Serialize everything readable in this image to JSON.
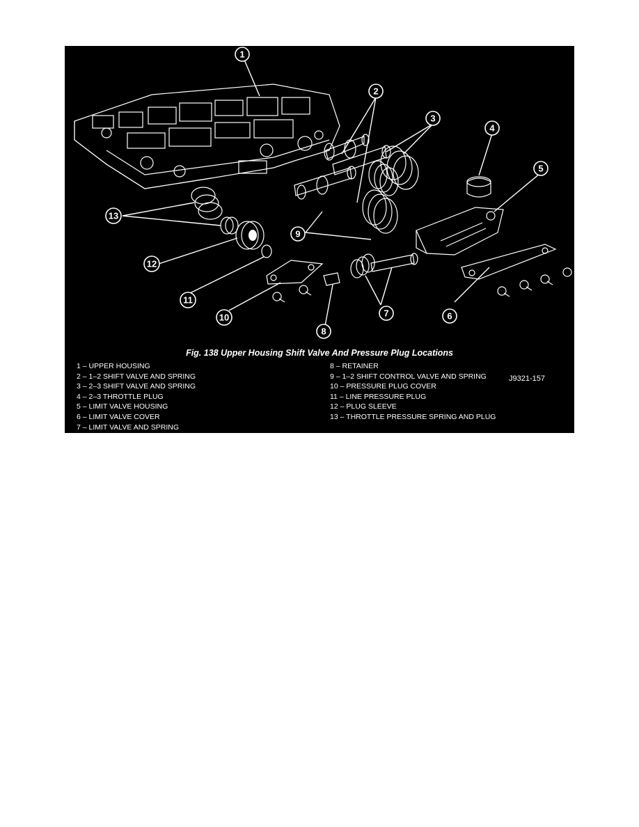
{
  "figure": {
    "caption": "Fig. 138 Upper Housing Shift Valve And Pressure Plug Locations",
    "drawing_code": "J9321-157",
    "callouts": [
      "1",
      "2",
      "3",
      "4",
      "5",
      "6",
      "7",
      "8",
      "9",
      "10",
      "11",
      "12",
      "13"
    ],
    "legend_left": [
      "1 – UPPER HOUSING",
      "2 – 1–2 SHIFT VALVE AND SPRING",
      "3 – 2–3 SHIFT VALVE AND SPRING",
      "4 – 2–3 THROTTLE PLUG",
      "5 – LIMIT VALVE HOUSING",
      "6 – LIMIT VALVE COVER",
      "7 – LIMIT VALVE AND SPRING"
    ],
    "legend_right": [
      "8 – RETAINER",
      "9 – 1–2 SHIFT CONTROL VALVE AND SPRING",
      "10 – PRESSURE PLUG COVER",
      "11 – LINE PRESSURE PLUG",
      "12 – PLUG SLEEVE",
      "13 – THROTTLE PRESSURE SPRING AND PLUG"
    ]
  },
  "colors": {
    "background": "#000000",
    "ink": "#ffffff",
    "page": "#ffffff"
  }
}
